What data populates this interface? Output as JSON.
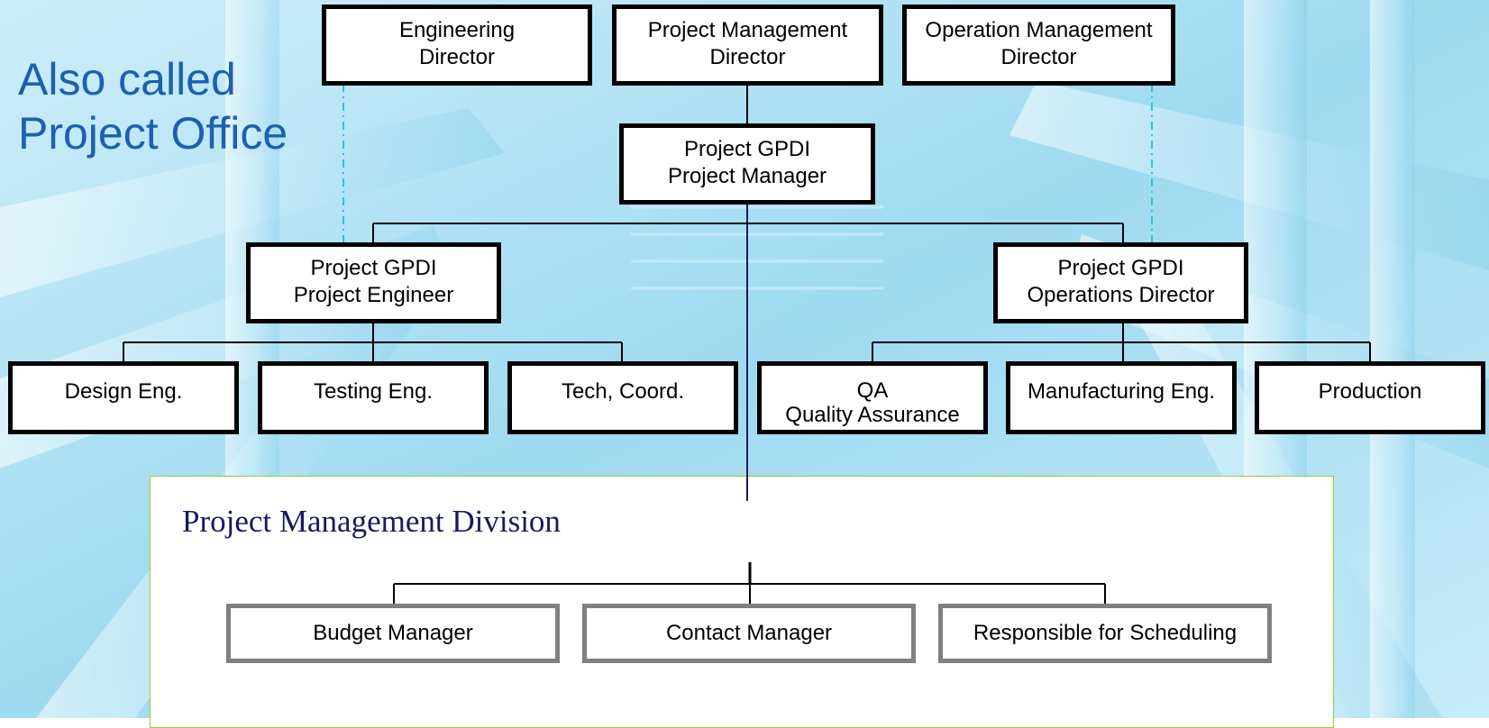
{
  "side_title": [
    "Also called",
    "Project Office"
  ],
  "directors": {
    "engineering": [
      "Engineering",
      "Director"
    ],
    "project_management": [
      "Project Management",
      "Director"
    ],
    "operation_management": [
      "Operation Management",
      "Director"
    ]
  },
  "project_manager": [
    "Project GPDI",
    "Project Manager"
  ],
  "project_engineer": [
    "Project GPDI",
    "Project Engineer"
  ],
  "operations_director": [
    "Project GPDI",
    "Operations Director"
  ],
  "engineering_units": [
    "Design Eng.",
    "Testing Eng.",
    "Tech, Coord."
  ],
  "operations_units": {
    "qa": [
      "QA",
      "Quality Assurance"
    ],
    "manufacturing": "Manufacturing Eng.",
    "production": "Production"
  },
  "division": {
    "title": "Project Management Division",
    "units": [
      "Budget Manager",
      "Contact Manager",
      "Responsible for Scheduling"
    ]
  },
  "colors": {
    "title_blue": "#1f5fb0",
    "division_border": "#9acd32",
    "division_title": "#1a1a5e",
    "dashed_connector": "#29c4e0",
    "background": "#bfe6f5"
  }
}
